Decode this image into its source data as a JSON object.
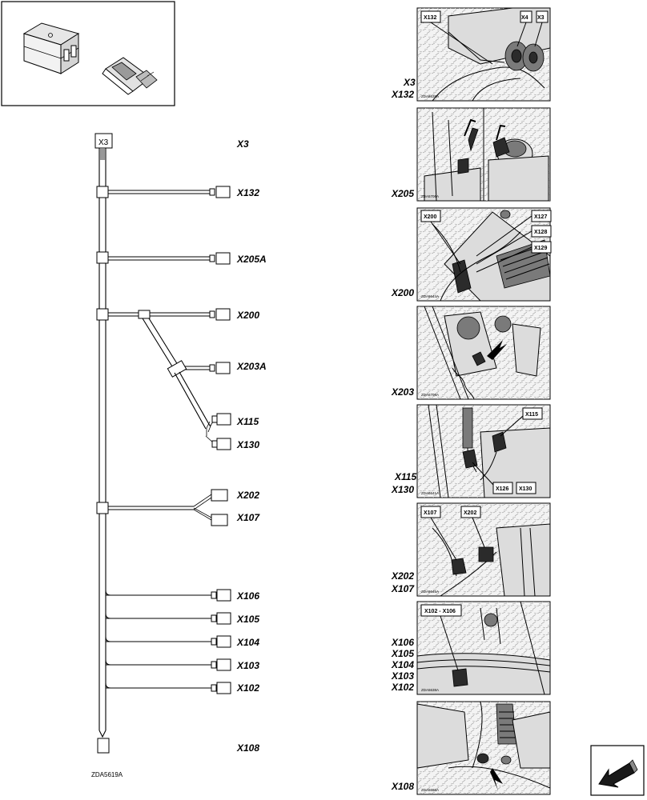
{
  "main_label": "X3",
  "figure_code": "ZDA5619A",
  "harness_labels": {
    "x3": "X3",
    "x132": "X132",
    "x205a": "X205A",
    "x200": "X200",
    "x203a": "X203A",
    "x115": "X115",
    "x130": "X130",
    "x202": "X202",
    "x107": "X107",
    "x106": "X106",
    "x105": "X105",
    "x104": "X104",
    "x103": "X103",
    "x102": "X102",
    "x108": "X108"
  },
  "photos": [
    {
      "labels": [
        "X3",
        "X132"
      ],
      "callouts": [
        "X132",
        "X4",
        "X3"
      ],
      "code": "ZDA5639A"
    },
    {
      "labels": [
        "X205"
      ],
      "callouts": [],
      "code": "ZDA5706A"
    },
    {
      "labels": [
        "X200"
      ],
      "callouts": [
        "X200",
        "X127",
        "X128",
        "X129"
      ],
      "code": "ZDA5644A"
    },
    {
      "labels": [
        "X203"
      ],
      "callouts": [],
      "code": "ZDA5708A"
    },
    {
      "labels": [
        "X115",
        "X130"
      ],
      "callouts": [
        "X115",
        "X126",
        "X130"
      ],
      "code": "ZDA5641A"
    },
    {
      "labels": [
        "X202",
        "X107"
      ],
      "callouts": [
        "X107",
        "X202"
      ],
      "code": "ZDA5645A"
    },
    {
      "labels": [
        "X106",
        "X105",
        "X104",
        "X103",
        "X102"
      ],
      "callouts": [
        "X102 - X106"
      ],
      "code": "ZDA5638A"
    },
    {
      "labels": [
        "X108"
      ],
      "callouts": [],
      "code": "ZDA5686A"
    }
  ]
}
